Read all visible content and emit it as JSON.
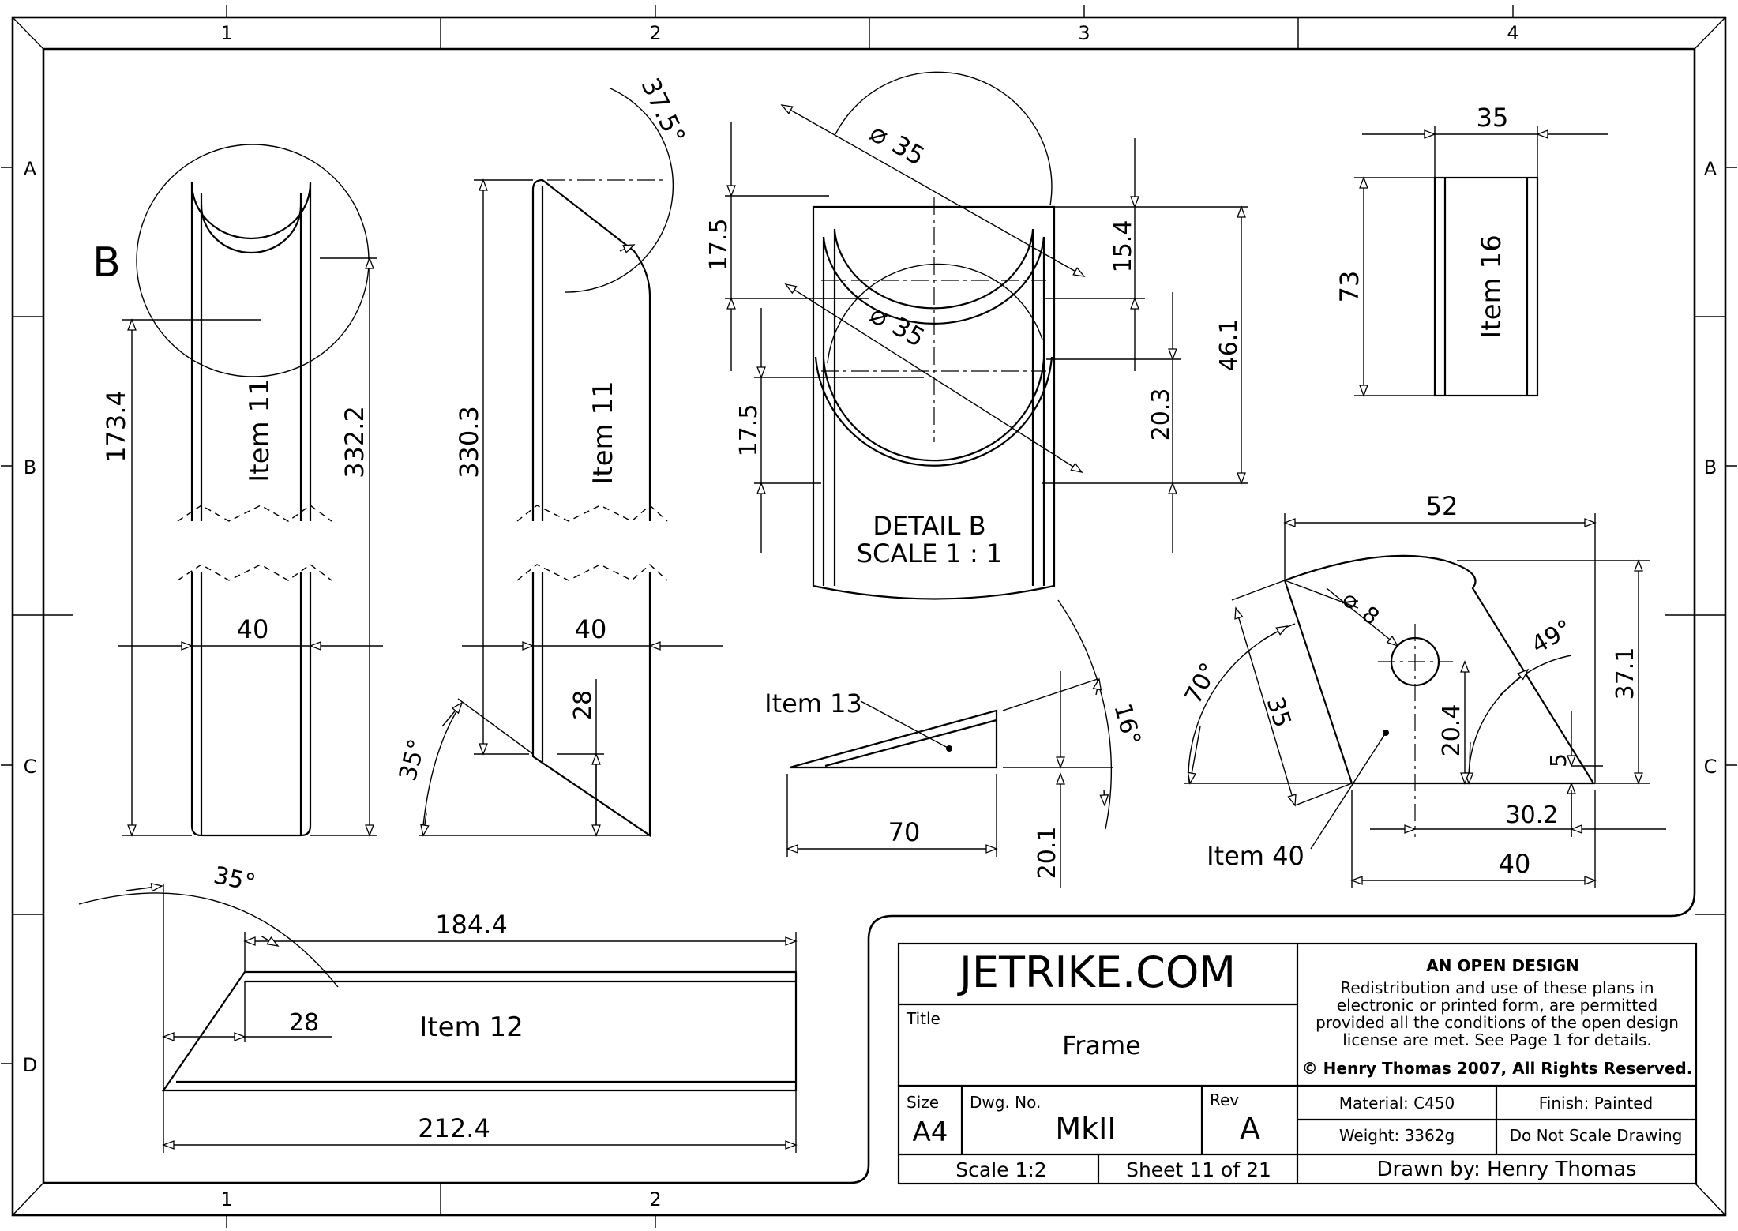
{
  "border": {
    "cols": [
      "1",
      "2",
      "3",
      "4"
    ],
    "bottom_cols": [
      "1",
      "2"
    ],
    "rows": [
      "A",
      "B",
      "C",
      "D"
    ]
  },
  "views": {
    "item11_a": {
      "label": "Item 11",
      "dim_height": "173.4",
      "dim_total": "332.2",
      "dim_width": "40",
      "detail_letter": "B"
    },
    "item11_b": {
      "label": "Item 11",
      "dim_height": "330.3",
      "dim_width": "40",
      "dim_28": "28",
      "angle_top": "37.5°",
      "angle_bottom": "35°"
    },
    "detail_b": {
      "title_line1": "DETAIL B",
      "title_line2": "SCALE 1 : 1",
      "dia_top": "35",
      "dia_bottom": "35",
      "dim_17_5_top": "17.5",
      "dim_17_5_bottom": "17.5",
      "dim_15_4": "15.4",
      "dim_20_3": "20.3",
      "dim_46_1": "46.1"
    },
    "item16": {
      "label": "Item 16",
      "dim_width": "35",
      "dim_height": "73"
    },
    "item13": {
      "label": "Item 13",
      "dim_length": "70",
      "dim_height": "20.1",
      "angle": "16°"
    },
    "item40": {
      "label": "Item 40",
      "dim_52": "52",
      "dim_37_1": "37.1",
      "dim_hole": "8",
      "dim_35": "35",
      "dim_20_4": "20.4",
      "dim_5": "5",
      "dim_30_2": "30.2",
      "dim_40": "40",
      "angle_70": "70°",
      "angle_49": "49°"
    },
    "item12": {
      "label": "Item 12",
      "dim_184_4": "184.4",
      "dim_212_4": "212.4",
      "dim_28": "28",
      "angle": "35°"
    }
  },
  "title_block": {
    "company": "JETRIKE.COM",
    "title_label": "Title",
    "title_value": "Frame",
    "size_label": "Size",
    "size_value": "A4",
    "dwg_label": "Dwg. No.",
    "dwg_value": "MkII",
    "rev_label": "Rev",
    "rev_value": "A",
    "scale": "Scale 1:2",
    "sheet": "Sheet 11 of 21",
    "license_heading": "AN OPEN DESIGN",
    "license_lines": [
      "Redistribution and use of these plans in",
      "electronic or printed form, are permitted",
      "provided all the conditions of the open design",
      "license are met. See Page 1 for details."
    ],
    "copyright": "© Henry Thomas 2007, All Rights Reserved.",
    "material": "Material: C450",
    "finish": "Finish: Painted",
    "weight": "Weight: 3362g",
    "no_scale": "Do Not Scale Drawing",
    "drawn_by": "Drawn by: Henry Thomas"
  }
}
